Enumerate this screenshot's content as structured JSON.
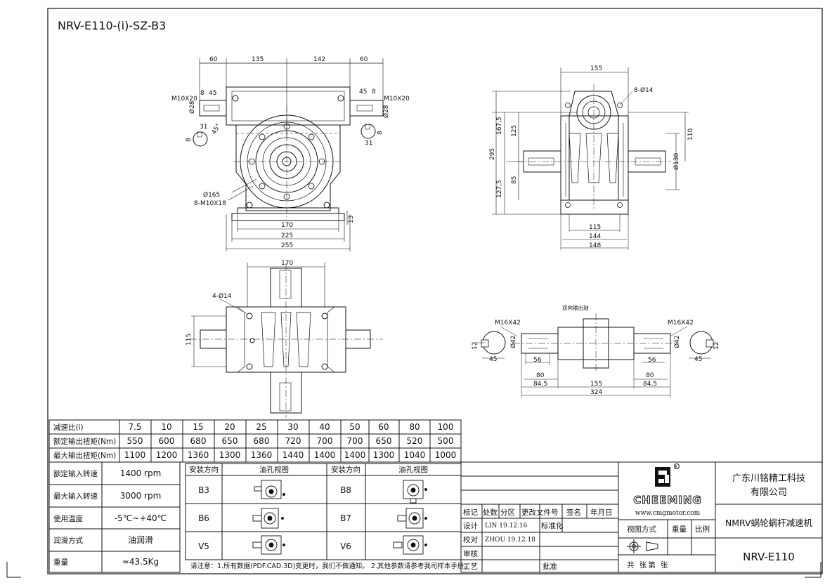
{
  "drawing_title": "NRV-E110-(i)-SZ-B3",
  "views": {
    "front": {
      "dims_top": [
        "60",
        "135",
        "142",
        "60"
      ],
      "left_shaft": {
        "thread": "M10X20",
        "d": "Ø28",
        "w1": "8",
        "w2": "45",
        "key_w": "8",
        "key_h": "31",
        "angle": "45°"
      },
      "right_shaft": {
        "thread": "M10X20",
        "d": "Ø28",
        "w1": "45",
        "w2": "8",
        "key_w": "8",
        "key_h": "31"
      },
      "flange": {
        "d": "Ø165",
        "holes": "8-M10X18"
      },
      "bottom": [
        "170",
        "225",
        "255"
      ],
      "base_h": "13"
    },
    "side": {
      "top": "155",
      "holes": "8-Ø14",
      "left": [
        "295",
        "167,5",
        "125",
        "85",
        "127,5"
      ],
      "right": [
        "110",
        "Ø130"
      ],
      "bottom": [
        "115",
        "144",
        "148"
      ]
    },
    "top_view": {
      "width": "170",
      "holes": "4-Ø14",
      "height": "115"
    },
    "shaft_detail": {
      "title": "双向输出轴",
      "left": {
        "thread": "M16X42",
        "d": "Ø42",
        "key": "12",
        "l": "45",
        "k": "56"
      },
      "right": {
        "thread": "M16X42",
        "d": "Ø42",
        "key": "12",
        "l": "45",
        "k": "56"
      },
      "lengths": [
        "80",
        "84,5",
        "155",
        "80",
        "84,5",
        "324"
      ]
    }
  },
  "ratio_table": {
    "rows": [
      {
        "label": "减速比(i)",
        "values": [
          "7.5",
          "10",
          "15",
          "20",
          "25",
          "30",
          "40",
          "50",
          "60",
          "80",
          "100"
        ]
      },
      {
        "label": "额定输出扭矩(Nm)",
        "values": [
          "550",
          "600",
          "680",
          "650",
          "680",
          "720",
          "700",
          "700",
          "650",
          "520",
          "500"
        ]
      },
      {
        "label": "最大输出扭矩(Nm)",
        "values": [
          "1100",
          "1200",
          "1360",
          "1300",
          "1360",
          "1440",
          "1400",
          "1400",
          "1300",
          "1040",
          "1000"
        ]
      }
    ]
  },
  "spec_table": [
    {
      "label": "额定输入转速",
      "value": "1400 rpm"
    },
    {
      "label": "最大输入转速",
      "value": "3000 rpm"
    },
    {
      "label": "使用温度",
      "value": "-5℃~+40℃"
    },
    {
      "label": "润滑方式",
      "value": "油润滑"
    },
    {
      "label": "重量",
      "value": "≈43.5Kg"
    }
  ],
  "mount_table": {
    "headers": [
      "安装方向",
      "油孔视图",
      "安装方向",
      "油孔视图"
    ],
    "rows": [
      [
        "B3",
        "B8"
      ],
      [
        "B6",
        "B7"
      ],
      [
        "V5",
        "V6"
      ]
    ],
    "note": "请注意：1.所有数据(PDF.CAD.3D)变更时，我们不做通知。 2.其他参数请参考我司样本手册。"
  },
  "title_block": {
    "rev_headers": [
      "标记",
      "处数",
      "分区",
      "更改文件号",
      "签名",
      "年月日"
    ],
    "design_label": "设计",
    "design_value": "LIN 19.12.16",
    "std_label": "标准化",
    "check_label": "校对",
    "check_value": "ZHOU 19.12.18",
    "review_label": "审核",
    "craft_label": "工艺",
    "approve_label": "批准",
    "brand": "CHEEMING",
    "website": "www.cmgmotor.com",
    "view_label": "视图方式",
    "weight_label": "重量",
    "scale_label": "比例",
    "sheet_label": "共  张第  张",
    "company": [
      "广东川铭精工科技",
      "有限公司"
    ],
    "product": "NMRV蜗轮蜗杆减速机",
    "model": "NRV-E110"
  }
}
